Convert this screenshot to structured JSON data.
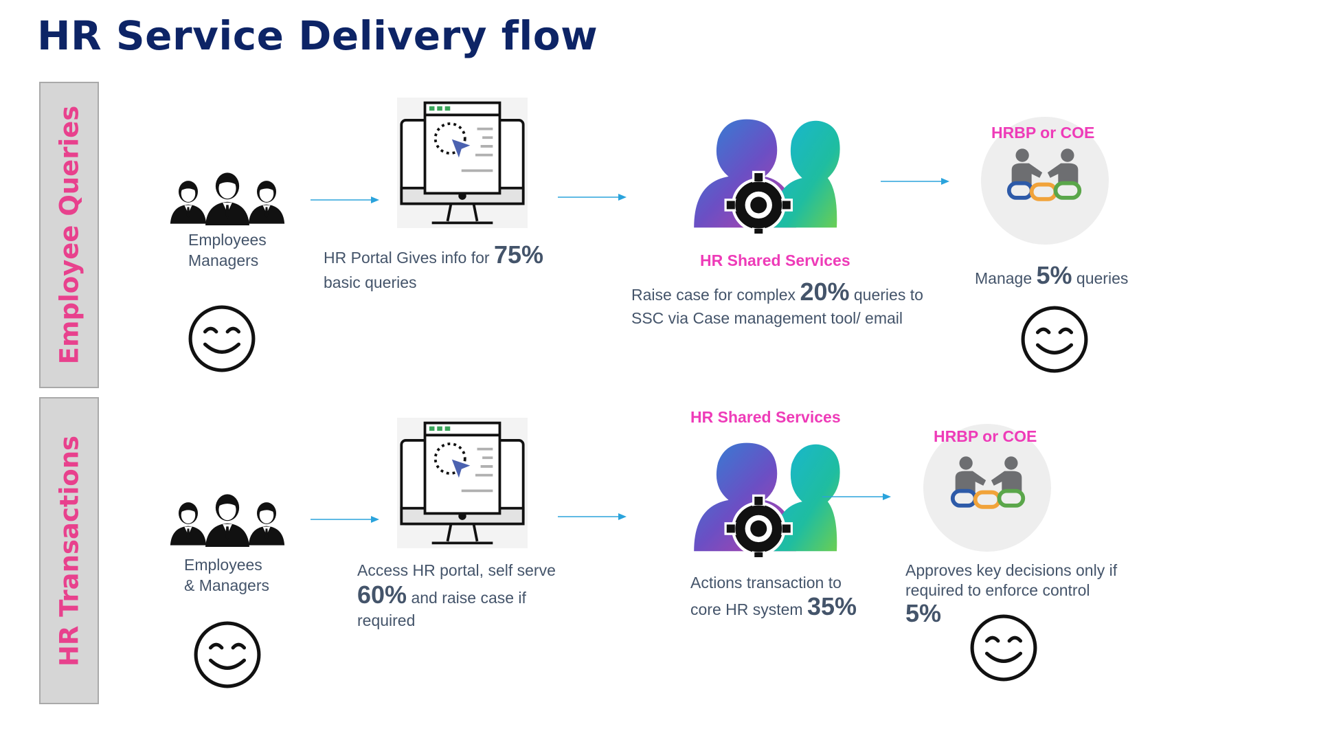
{
  "title": "HR Service Delivery flow",
  "colors": {
    "title": "#0d2466",
    "row_label": "#e8418d",
    "role_label": "#ee3bb8",
    "text": "#44546a",
    "arrow": "#2aa3dc",
    "panel": "#d6d6d6"
  },
  "rows": [
    {
      "label": "Employee Queries",
      "step1": {
        "line1": "Employees",
        "line2": "Managers",
        "icon": "people-group-icon",
        "mood_icon": "smiley-face-icon"
      },
      "step2": {
        "pre": "HR Portal Gives info for ",
        "pct": "75%",
        "post": "basic queries",
        "icon": "monitor-portal-icon"
      },
      "step3": {
        "role": "HR Shared Services",
        "pre": "Raise case for complex ",
        "pct": "20%",
        "post1": " queries to",
        "line2": "SSC via Case management tool/ email",
        "icon": "shared-services-gear-icon"
      },
      "step4": {
        "role": "HRBP or COE",
        "pre": "Manage ",
        "pct": "5%",
        "post": " queries",
        "icon": "handshake-chain-icon",
        "mood_icon": "smiley-face-icon"
      }
    },
    {
      "label": "HR Transactions",
      "step1": {
        "line1": "Employees",
        "line2": "& Managers",
        "icon": "people-group-icon",
        "mood_icon": "smiley-face-icon"
      },
      "step2": {
        "line1": "Access HR portal, self serve",
        "pct": "60%",
        "post": " and raise case if",
        "line3": "required",
        "icon": "monitor-portal-icon"
      },
      "step3": {
        "role": "HR Shared Services",
        "line1": "Actions transaction to",
        "pre": "core HR system ",
        "pct": "35%",
        "icon": "shared-services-gear-icon"
      },
      "step4": {
        "role": "HRBP or COE",
        "line1": "Approves key decisions only if",
        "line2": "required to enforce control",
        "pct": "5%",
        "icon": "handshake-chain-icon",
        "mood_icon": "smiley-face-icon"
      }
    }
  ]
}
